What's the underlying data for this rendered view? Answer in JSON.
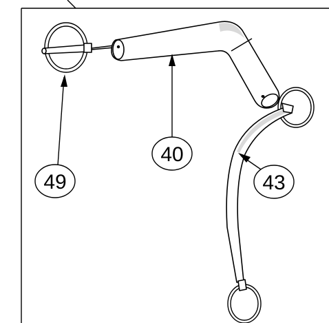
{
  "diagram": {
    "callouts": [
      {
        "id": "49",
        "label": "49"
      },
      {
        "id": "40",
        "label": "40"
      },
      {
        "id": "43",
        "label": "43"
      }
    ]
  }
}
